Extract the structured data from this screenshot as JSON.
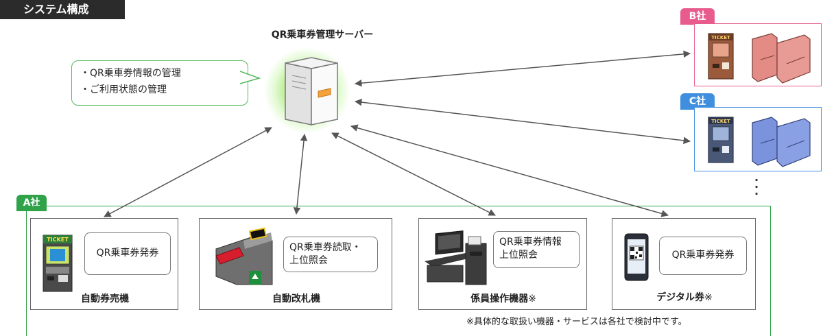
{
  "title": "システム構成",
  "server": {
    "title": "QR乗車券管理サーバー"
  },
  "callout": {
    "lines": [
      "・QR乗車券情報の管理",
      "・ご利用状態の管理"
    ]
  },
  "companies": {
    "a": "A社",
    "b": "B社",
    "c": "C社"
  },
  "devices": [
    {
      "name": "自動券売機",
      "label_lines": [
        "QR乗車券発券"
      ]
    },
    {
      "name": "自動改札機",
      "label_lines": [
        "QR乗車券読取・",
        "上位照会"
      ]
    },
    {
      "name": "係員操作機器",
      "name_suffix": "※",
      "label_lines": [
        "QR乗車券情報",
        "上位照会"
      ]
    },
    {
      "name": "デジタル券",
      "name_suffix": "※",
      "label_lines": [
        "QR乗車券発券"
      ]
    }
  ],
  "ticket_sign": "TICKET",
  "footnote": "※具体的な取扱い機器・サービスは各社で検討中です。",
  "colors": {
    "a": "#30a24a",
    "b": "#e75b8d",
    "c": "#3f8fde",
    "title_bg": "#2b2b2b",
    "callout": "#52b95b"
  }
}
